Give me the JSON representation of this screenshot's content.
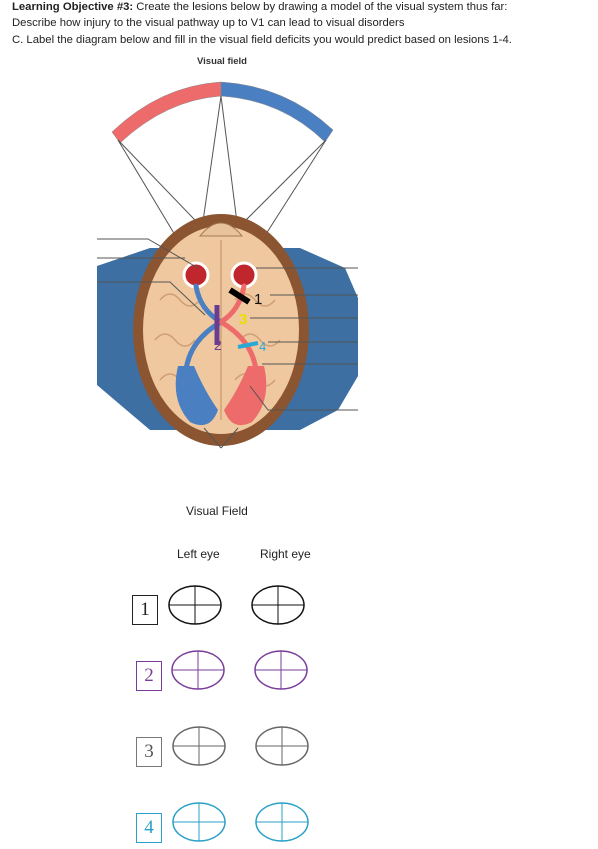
{
  "header": {
    "objective_prefix": "Learning Objective #3:",
    "objective_text": " Create the lesions below by drawing a model of the visual system thus far:",
    "line2": "Describe how injury to the visual pathway up to V1 can lead to visual disorders",
    "line3": "C. Label the diagram below and fill in the visual field deficits you would predict based on lesions 1-4."
  },
  "diagram": {
    "visual_field_label": "Visual field",
    "lesion_labels": [
      "1",
      "2",
      "3",
      "4"
    ],
    "colors": {
      "left_field": "#ee6b6b",
      "right_field": "#4a7fc1",
      "lesion1": "#000000",
      "lesion2": "#6a3d8f",
      "lesion3": "#e6e000",
      "lesion4": "#29a9d6"
    }
  },
  "visual_field_section": {
    "title": "Visual Field",
    "left_eye_label": "Left eye",
    "right_eye_label": "Right eye",
    "rows": [
      {
        "number": "1",
        "color": "#222222"
      },
      {
        "number": "2",
        "color": "#7a3c9a"
      },
      {
        "number": "3",
        "color": "#777777"
      },
      {
        "number": "4",
        "color": "#2aa0c8"
      }
    ]
  }
}
